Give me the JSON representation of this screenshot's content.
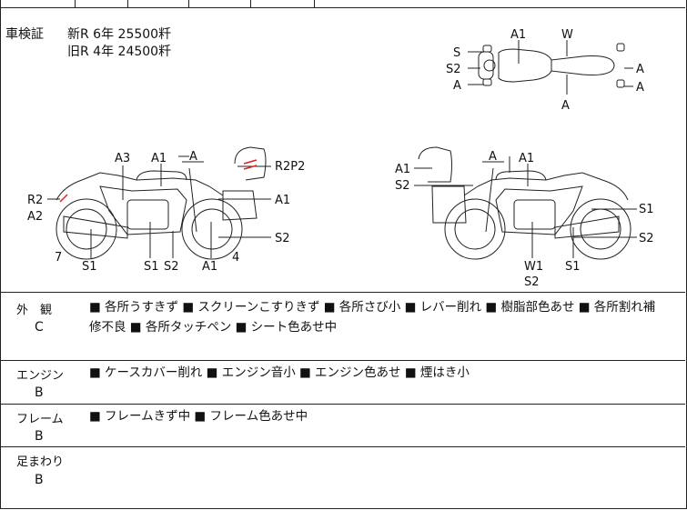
{
  "inspection": {
    "label": "車検証",
    "new_line": "新R  6年  25500粁",
    "old_line": "旧R  4年  24500粁"
  },
  "top_view_labels": {
    "s": "S",
    "s2": "S2",
    "a_left": "A",
    "a1": "A1",
    "w": "W",
    "a_right1": "A",
    "a_right2": "A",
    "a_bottom": "A"
  },
  "left_side_labels": {
    "a3": "A3",
    "a1_top": "A1",
    "a_top": "A",
    "r2p2": "R2P2",
    "r2": "R2",
    "a2": "A2",
    "a1_right": "A1",
    "s2_right": "S2",
    "n7": "7",
    "s1_a": "S1",
    "s1_b": "S1",
    "s2_b": "S2",
    "a1_bottom": "A1",
    "n4": "4"
  },
  "right_side_labels": {
    "a1_left": "A1",
    "s2_left": "S2",
    "a_top": "A",
    "a1_top": "A1",
    "s1_right": "S1",
    "s2_right": "S2",
    "w1": "W1",
    "s2_bottom": "S2",
    "s1_bottom": "S1"
  },
  "sections": [
    {
      "label": "外　観",
      "grade": "C",
      "line1": "■ 各所うすきず ■ スクリーンこすりきず ■ 各所さび小 ■ レバー削れ ■ 樹脂部色あせ ■ 各所割れ補",
      "line2": "修不良 ■ 各所タッチペン ■ シート色あせ中"
    },
    {
      "label": "エンジン",
      "grade": "B",
      "line1": "■ ケースカバー削れ ■ エンジン音小 ■ エンジン色あせ ■ 煙はき小"
    },
    {
      "label": "フレーム",
      "grade": "B",
      "line1": "■ フレームきず中 ■ フレーム色あせ中"
    },
    {
      "label": "足まわり",
      "grade": "B",
      "line1": ""
    }
  ]
}
